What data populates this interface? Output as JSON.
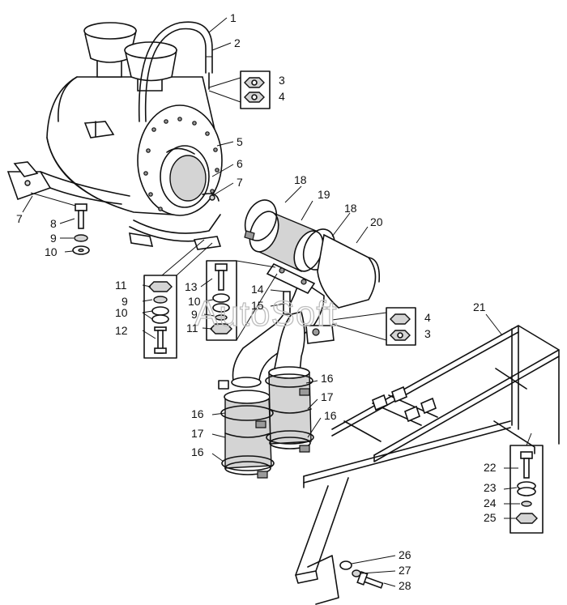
{
  "watermark": "AutoSoft",
  "callouts": [
    {
      "id": "c1",
      "label": "1"
    },
    {
      "id": "c2",
      "label": "2"
    },
    {
      "id": "c3a",
      "label": "3"
    },
    {
      "id": "c4a",
      "label": "4"
    },
    {
      "id": "c5",
      "label": "5"
    },
    {
      "id": "c6",
      "label": "6"
    },
    {
      "id": "c7a",
      "label": "7"
    },
    {
      "id": "c7b",
      "label": "7"
    },
    {
      "id": "c8",
      "label": "8"
    },
    {
      "id": "c9a",
      "label": "9"
    },
    {
      "id": "c10a",
      "label": "10"
    },
    {
      "id": "c11a",
      "label": "11"
    },
    {
      "id": "c9b",
      "label": "9"
    },
    {
      "id": "c10b",
      "label": "10"
    },
    {
      "id": "c12",
      "label": "12"
    },
    {
      "id": "c13",
      "label": "13"
    },
    {
      "id": "c10c",
      "label": "10"
    },
    {
      "id": "c9c",
      "label": "9"
    },
    {
      "id": "c11b",
      "label": "11"
    },
    {
      "id": "c14",
      "label": "14"
    },
    {
      "id": "c15",
      "label": "15"
    },
    {
      "id": "c18a",
      "label": "18"
    },
    {
      "id": "c19",
      "label": "19"
    },
    {
      "id": "c18b",
      "label": "18"
    },
    {
      "id": "c20",
      "label": "20"
    },
    {
      "id": "c4b",
      "label": "4"
    },
    {
      "id": "c3b",
      "label": "3"
    },
    {
      "id": "c21",
      "label": "21"
    },
    {
      "id": "c16a",
      "label": "16"
    },
    {
      "id": "c17a",
      "label": "17"
    },
    {
      "id": "c16b",
      "label": "16"
    },
    {
      "id": "c16c",
      "label": "16"
    },
    {
      "id": "c17b",
      "label": "17"
    },
    {
      "id": "c16d",
      "label": "16"
    },
    {
      "id": "c22",
      "label": "22"
    },
    {
      "id": "c23",
      "label": "23"
    },
    {
      "id": "c24",
      "label": "24"
    },
    {
      "id": "c25",
      "label": "25"
    },
    {
      "id": "c26",
      "label": "26"
    },
    {
      "id": "c27",
      "label": "27"
    },
    {
      "id": "c28",
      "label": "28"
    }
  ]
}
